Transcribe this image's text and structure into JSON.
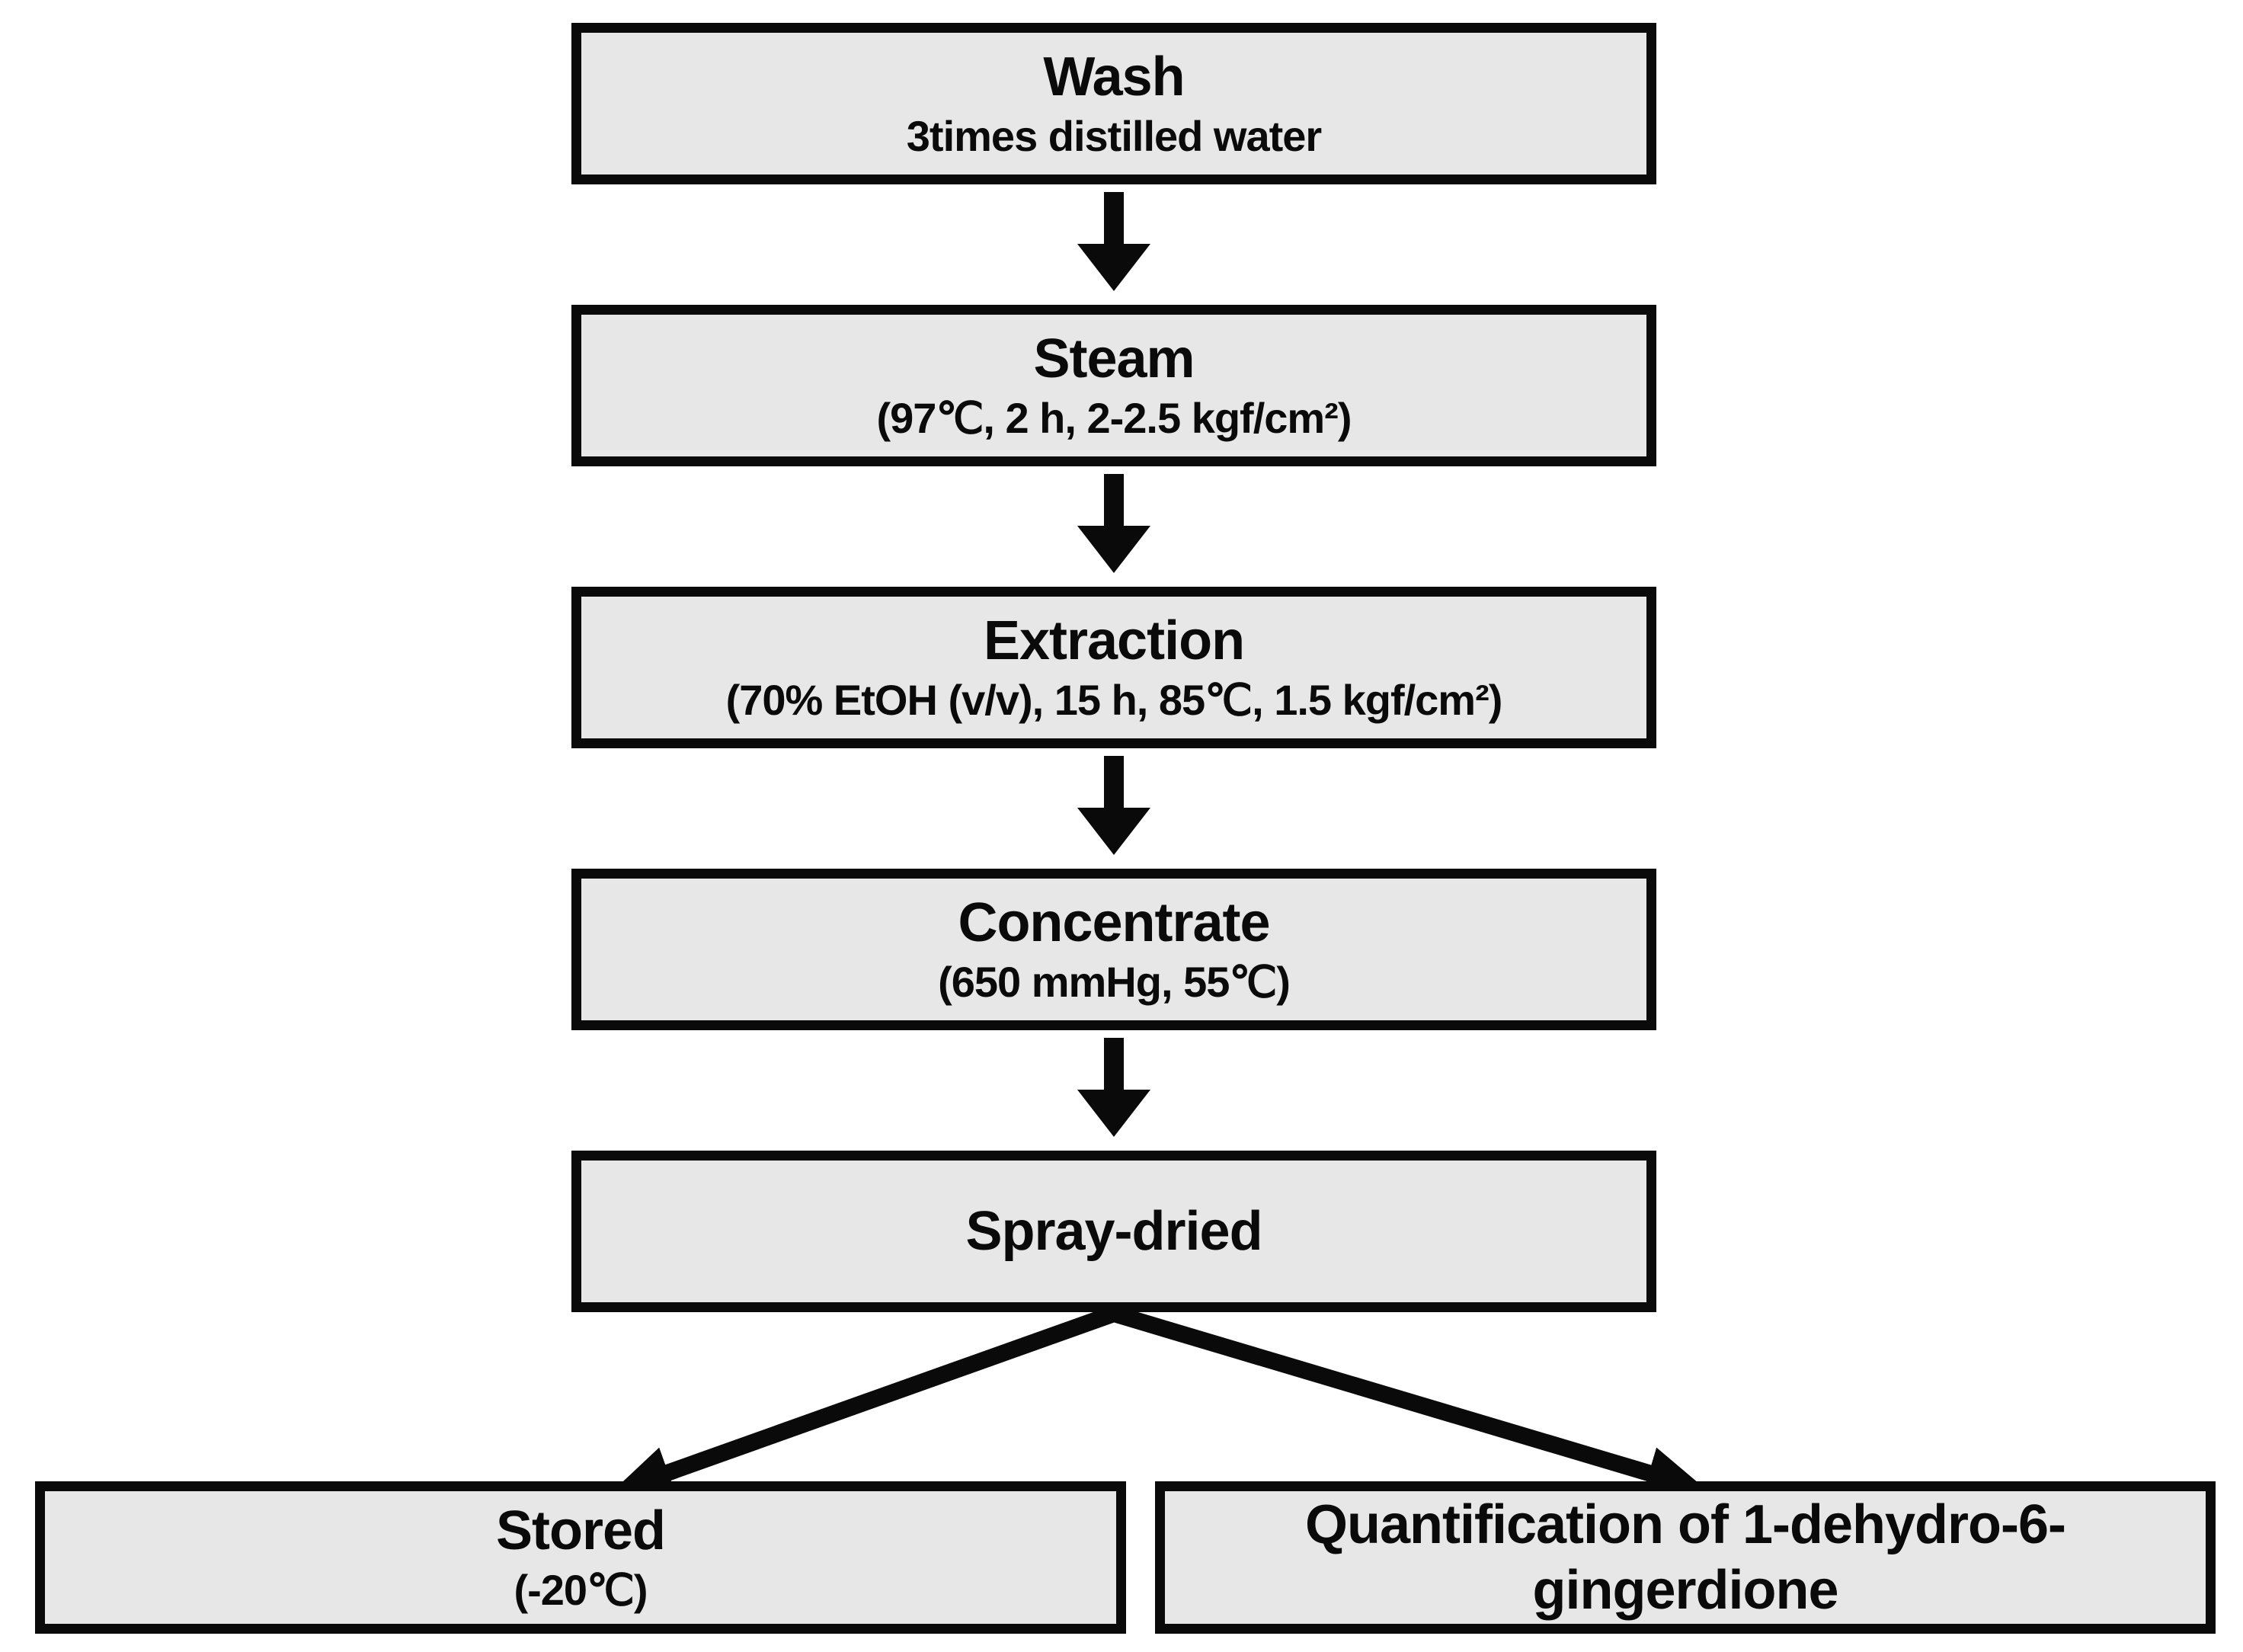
{
  "diagram": {
    "type": "flowchart",
    "colors": {
      "background": "#ffffff",
      "box_fill": "#e7e7e7",
      "box_border": "#0a0a0a",
      "text": "#0a0a0a",
      "arrow": "#0a0a0a"
    },
    "steps": [
      {
        "title": "Wash",
        "subtitle": "3times distilled water"
      },
      {
        "title": "Steam",
        "subtitle": "(97℃, 2 h, 2-2.5 kgf/cm²)"
      },
      {
        "title": "Extraction",
        "subtitle": "(70% EtOH (v/v), 15 h, 85℃, 1.5 kgf/cm²)"
      },
      {
        "title": "Concentrate",
        "subtitle": "(650 mmHg, 55℃)"
      },
      {
        "title": "Spray-dried",
        "subtitle": ""
      }
    ],
    "branches": [
      {
        "title": "Stored",
        "subtitle": "(-20℃)"
      },
      {
        "title": "Quantification of 1-dehydro-6-gingerdione",
        "subtitle": ""
      }
    ]
  }
}
